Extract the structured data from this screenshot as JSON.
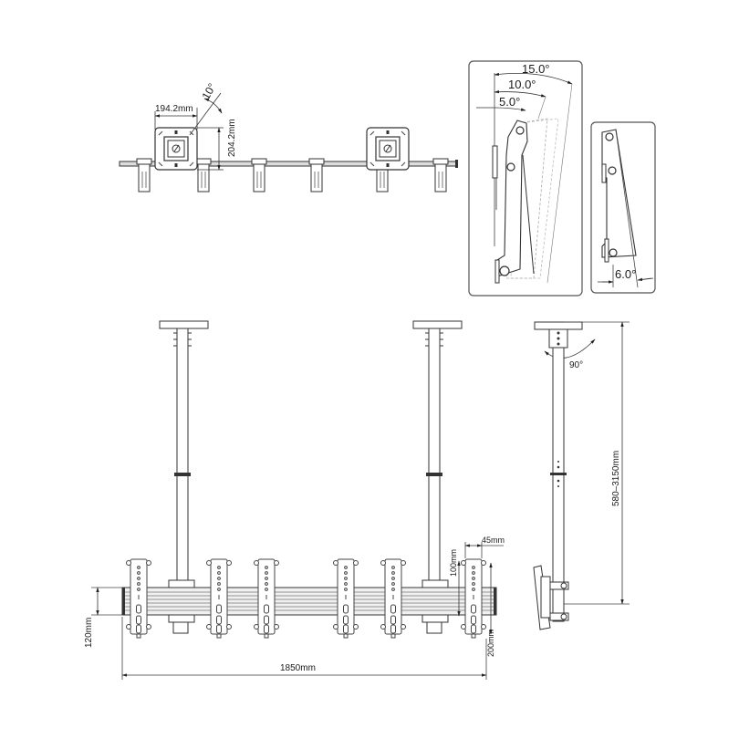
{
  "diagram": {
    "title": "Ceiling video wall mount technical drawing",
    "top_view": {
      "width_label": "194.2mm",
      "height_label": "204.2mm",
      "rotation_label": "10°"
    },
    "tilt_detail": {
      "angles": [
        "15.0°",
        "10.0°",
        "5.0°"
      ]
    },
    "tilt_min_detail": {
      "angle": "6.0°"
    },
    "front_view": {
      "total_width": "1850mm",
      "bar_height": "120mm",
      "adapter_offset": "100mm",
      "adapter_width": "45mm",
      "adapter_height": "200mm"
    },
    "side_view": {
      "rotation": "90°",
      "drop_range": "580–3150mm"
    }
  }
}
